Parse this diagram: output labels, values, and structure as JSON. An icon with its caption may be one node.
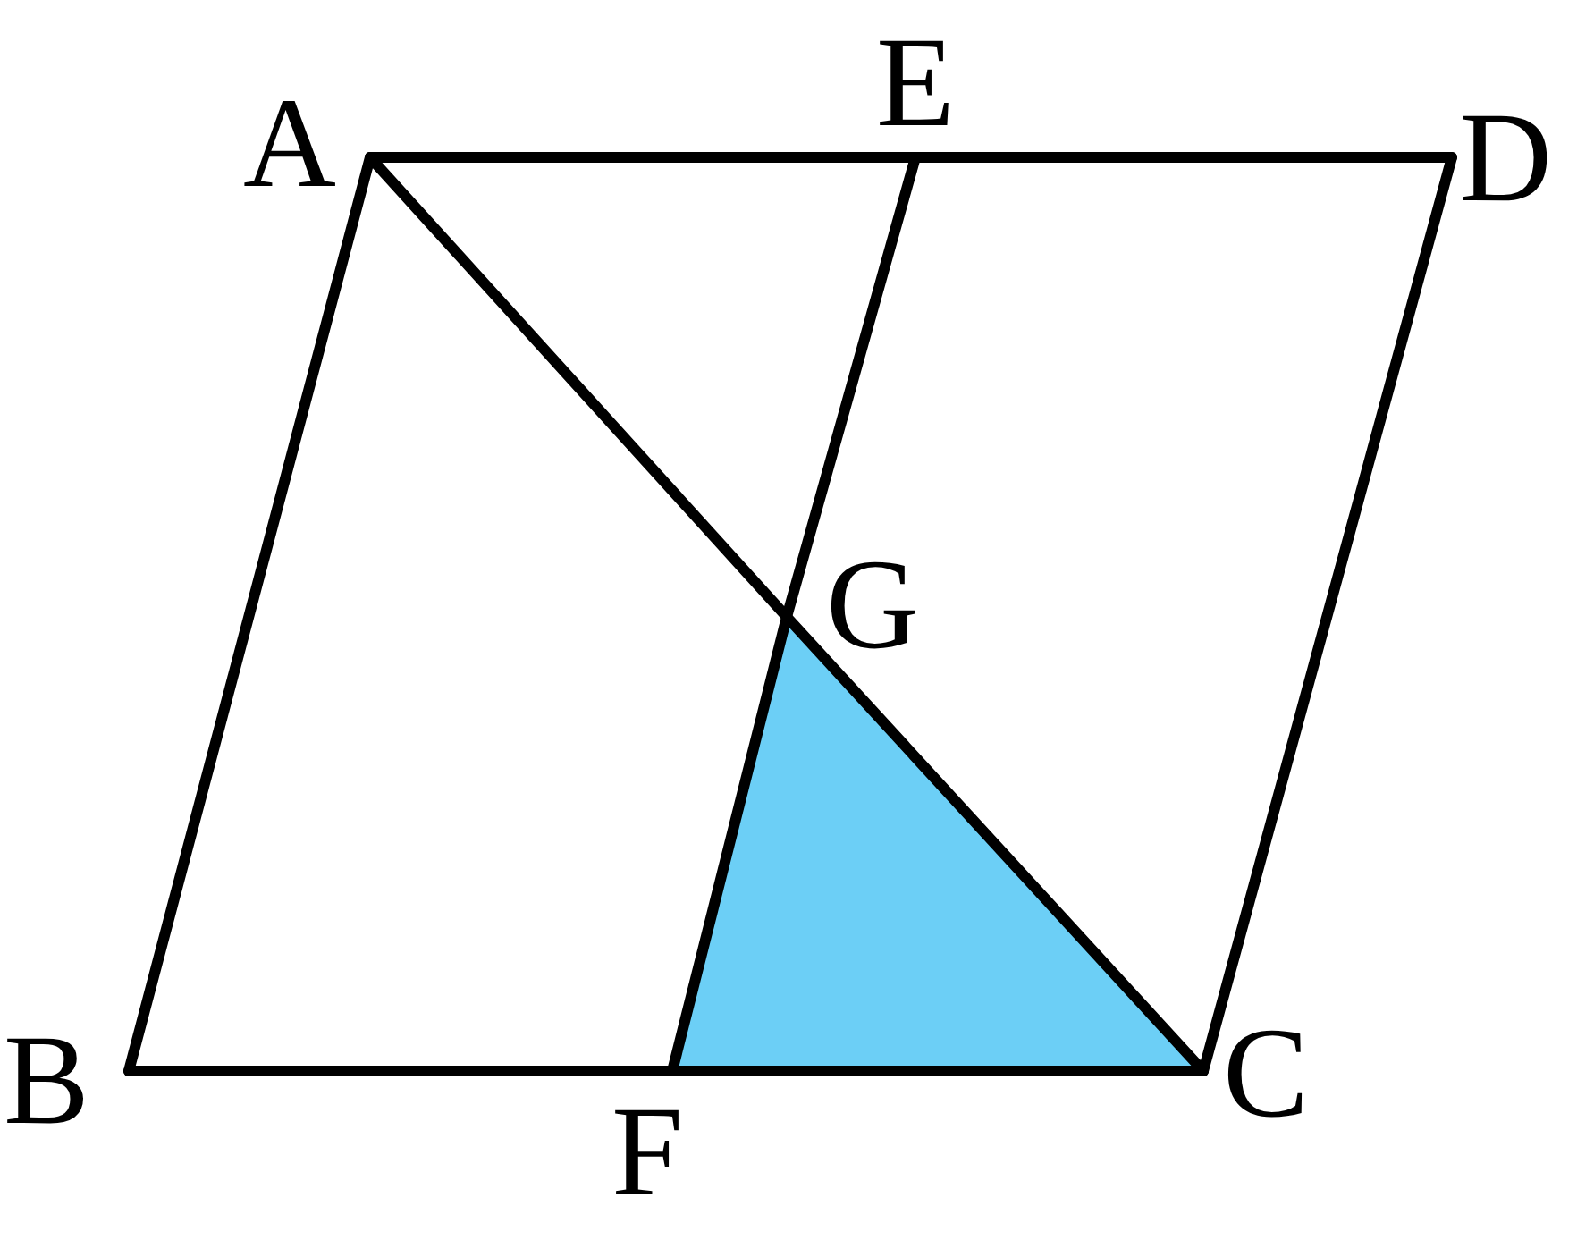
{
  "diagram": {
    "nodes": [
      {
        "text": [
          "A"
        ]
      },
      {
        "text": [
          "E"
        ]
      },
      {
        "text": [
          "D"
        ]
      },
      {
        "text": [
          "G"
        ]
      },
      {
        "text": [
          "B"
        ]
      },
      {
        "text": [
          "F"
        ]
      },
      {
        "text": [
          "C"
        ]
      }
    ],
    "edges": [
      {
        "from": 0,
        "to": 1,
        "arrow": "none"
      },
      {
        "from": 1,
        "to": 2,
        "arrow": "none"
      },
      {
        "from": 0,
        "to": 4,
        "arrow": "none"
      },
      {
        "from": 2,
        "to": 6,
        "arrow": "none"
      },
      {
        "from": 4,
        "to": 5,
        "arrow": "none"
      },
      {
        "from": 5,
        "to": 6,
        "arrow": "none"
      },
      {
        "from": 0,
        "to": 3,
        "arrow": "none"
      },
      {
        "from": 3,
        "to": 6,
        "arrow": "none"
      },
      {
        "from": 1,
        "to": 3,
        "arrow": "none"
      },
      {
        "from": 3,
        "to": 5,
        "arrow": "none"
      }
    ]
  }
}
